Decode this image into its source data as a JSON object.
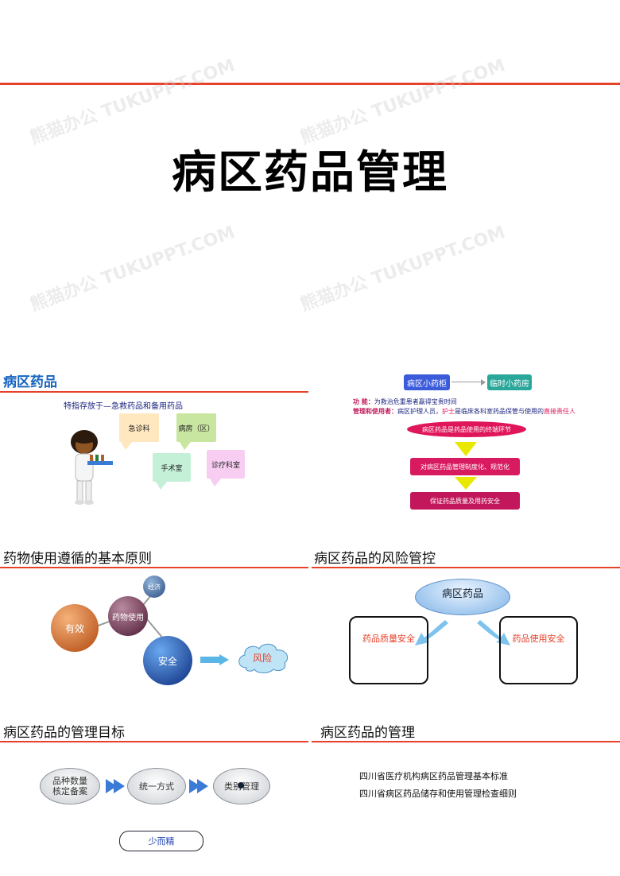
{
  "main_title": "病区药品管理",
  "watermark": "熊猫办公 TUKUPPT.COM",
  "slide1": {
    "title": "病区药品",
    "subtitle": "特指存放于—急救药品和备用药品",
    "bubbles": [
      "急诊科",
      "病房（区）",
      "手术室",
      "诊疗科室"
    ]
  },
  "slide2": {
    "box_left": "病区小药柜",
    "box_right": "临时小药房",
    "function_label": "功    能：",
    "function_text": "为救治危重患者赢得宝贵时间",
    "manager_label": "管理和使用者：",
    "manager_text_a": "病区护理人员，",
    "manager_text_b": "护士",
    "manager_text_c": "是临床各科室药品保管与使用的",
    "manager_text_d": "直接责任人",
    "flow": [
      "病区药品是药品使用的终端环节",
      "对病区药品管理制度化、规范化",
      "保证药品质量及用药安全"
    ]
  },
  "slide3": {
    "title": "药物使用遵循的基本原则",
    "spheres": [
      "经济",
      "药物使用",
      "有效",
      "安全"
    ],
    "cloud": "风险"
  },
  "slide4": {
    "title": "病区药品的风险管控",
    "top": "病区药品",
    "left": "药品质量安全",
    "right": "药品使用安全"
  },
  "slide5": {
    "title": "病区药品的管理目标",
    "ovals": [
      "品种数量\n核定备案",
      "统一方式",
      "类别管理"
    ],
    "pill": "少而精"
  },
  "slide6": {
    "title": "病区药品的管理",
    "lines": [
      "四川省医疗机构病区药品管理基本标准",
      "四川省病区药品储存和使用管理检查细则"
    ]
  },
  "colors": {
    "accent_red": "#e8412a",
    "blue": "#1565c0",
    "teal": "#2aa79b",
    "magenta": "#e0165a"
  }
}
